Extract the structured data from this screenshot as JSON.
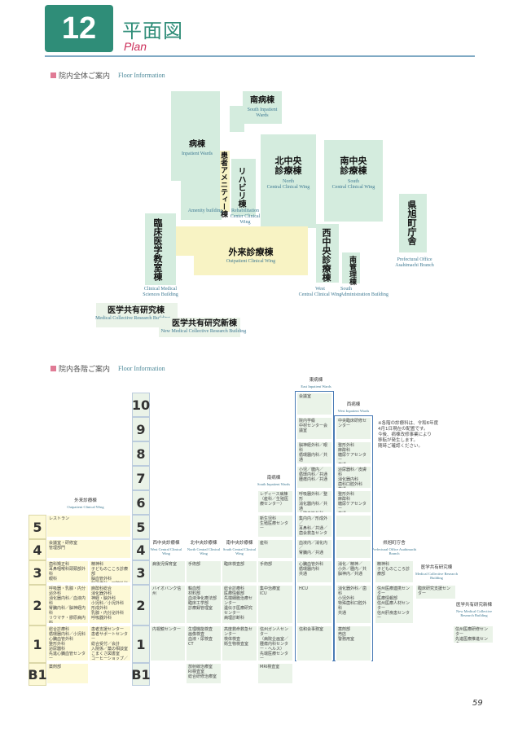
{
  "header": {
    "number": "12",
    "title_ja": "平面図",
    "title_en": "Plan"
  },
  "section1": {
    "title": "院内全体ご案内",
    "title_en": "Floor Information"
  },
  "section2": {
    "title": "院内各階ご案内",
    "title_en": "Floor Information"
  },
  "buildings": {
    "south_ward": {
      "ja": "南病棟",
      "en": "South Inpatient\nWards"
    },
    "ward": {
      "ja": "病棟",
      "en": "Inpatient Wards"
    },
    "amenity": {
      "ja": "患者アメニティー棟",
      "en": "Amenity building"
    },
    "rehab": {
      "ja": "リハビリ棟",
      "en": "Rehabilitation\nCenter Clinical\nWing"
    },
    "north_central": {
      "ja": "北中央\n診療棟",
      "en": "North\nCentral Clinical Wing"
    },
    "south_central": {
      "ja": "南中央\n診療棟",
      "en": "South\nCentral Clinical Wing"
    },
    "prefectural": {
      "ja": "県旭町庁舎",
      "en": "Prefectural Office\nAsahimachi Branch"
    },
    "clinical_ed": {
      "ja": "臨床医学教室棟",
      "en": "Clinical Medical\nSciences Building"
    },
    "outpatient": {
      "ja": "外来診療棟",
      "en": "Outpatient Clinical Wing"
    },
    "west_central": {
      "ja": "西中央診療棟",
      "en": "West\nCentral Clinical Wing"
    },
    "south_admin": {
      "ja": "南管理棟",
      "en": "South\nAdministration Building"
    },
    "collective": {
      "ja": "医学共有研究棟",
      "en": "Medical Collective Research Building"
    },
    "new_collective": {
      "ja": "医学共有研究新棟",
      "en": "New Medical Collective Research Building"
    }
  },
  "floors": {
    "col_headers": {
      "east_ward": "東病棟",
      "east_ward_en": "East Inpatient Wards",
      "west_ward": "西病棟",
      "west_ward_en": "West Inpatient Wards",
      "south_ward": "南病棟",
      "south_ward_en": "South Inpatient Wards",
      "outpatient": "外来診療棟",
      "outpatient_en": "Outpatient Clinical Wing",
      "west_central": "西中央診療棟",
      "west_central_en": "West Central Clinical Wing",
      "north_central": "北中央診療棟",
      "north_central_en": "North Central Clinical Wing",
      "south_central": "南中央診療棟",
      "south_central_en": "South Central Clinical Wing",
      "prefectural": "県旭町庁舎",
      "prefectural_en": "Prefectural Office Asahimachi Branch",
      "collective": "医学共有研究棟",
      "collective_en": "Medical Collective Research Building",
      "new_collective": "医学共有研究新棟",
      "new_collective_en": "New Medical Collective Research Building"
    },
    "note": "※各階の診療科は、令和6年度\n4月1日現在の配置です。\n今後、病棟改修事業により\n移転が発生します。\n随時ご確認ください。",
    "floor_labels": [
      "10",
      "9",
      "8",
      "7",
      "6",
      "5",
      "4",
      "3",
      "2",
      "1",
      "B1"
    ],
    "fl_suffix": "階",
    "east": {
      "f10": "会議室",
      "f9": "院内学級\n中材センター会議室",
      "f8": "脳神経外科／眼科\n循環器内科／共通",
      "f7": "小児／糖内／\n循環内科／共通\n腫瘍内科／共通",
      "f6": "呼吸器外科／整形\n消化器内科／共通\n心臓血管外科",
      "f5": "集内内／形成外／\n耳鼻科／共通／\n歯会救急センター",
      "f4": "血液内／消化内／\n腎臓内／共通",
      "f3": "心臓血管外科\n循環器内科\n共通",
      "f2": "HCU",
      "f1": "信和会事務室"
    },
    "west": {
      "f9": "中央臨床研修センター",
      "f8": "整形外科\n麻酔科\n糖尿ケアセンター\n共通",
      "f7": "泌尿器科／皮膚科\n消化器内科\n歯科口腔外科\n共通",
      "f6": "整形外科\n麻酔科\n糖尿ケアセンター\n共通",
      "f3": "消化／精神／\n小外／腫内／共\n脳神内／共通",
      "f2": "消化器外科／歯科\n小児外科\n特殊歯科口腔外科\n共通",
      "f1": "薬剤部\n売店\n警務用室"
    },
    "south": {
      "f6": "レディース病棟\n（産科／生殖医療センター）",
      "f5": "新生児科\n生殖医療センター",
      "f4": "産科",
      "f3": "手術部",
      "f2": "集中治療室\nICU",
      "f1": "信州ガン人センター\n（病院企画室／腫瘍内科センター・ヘルス）\n先端医療センター\n（子育て支援室）",
      "b1": "MRI検査室"
    },
    "outpatient": {
      "f5": "レストラン",
      "f4": "会議室・研修室\n管理部門",
      "f3": "歯科矯正科\n耳鼻咽喉科頭頸部外科\n眼科",
      "f3b": "精神科\n子どものこころ診療部\n脳血管外科\n特殊歯科・口腔外科",
      "f2": "呼吸器・乳腺・内分泌外科\n消化器内科／血液内科\n腎臓内科／脳神経内科\nリウマチ・膠原病内科\n糖尿病・内分泌代謝内科\n放射線科",
      "f2b": "麻酔科総合\n消化器外科\n神経・脳外科\n小児科／小児外科\n形成外科\n乳腺・内分泌外科\n呼吸器外科",
      "f1": "総合診療科\n循環器内科／小児科\n心臓血管外科\n整形外科\n泌尿器科\n先進心臓血管センター",
      "f1b": "患者支援センター\n患者サポートセンター\n総合受付／会計\n入院係／薬の相談室\nこまくさ図書室\nコーヒーショップ／花屋",
      "b1": "薬剤部"
    },
    "west_central": {
      "f3": "病後児保育室",
      "f2": "バイオバンク信州",
      "f1": "内視鏡センター"
    },
    "north_central": {
      "f3": "手術部",
      "f2": "輸血部\n材料部\n血液浄化療法部\n臨床工学部\n診療録管理室",
      "f1": "生理機能検査\n画像検査\n血液・尿検査\nCT",
      "b1": "放射線治療室\nRI検査室\n総合研修治療室"
    },
    "south_central": {
      "f3": "臨床検査部",
      "f2": "総合診療科\n医療情報部\n先端細胞治療センター\n遺伝子医療研究センター\n病理診断科",
      "f1": "高度救命救急センター\n検体検査\n衛生物検査室"
    },
    "prefectural": {
      "f3": "精神科\n子どものこころ診療部",
      "f2": "信州医療連携センター\n医療情報部\n信州医療人材センター\n信州肝疾患センター"
    },
    "collective": {
      "f2": "臨床研究支援センター"
    },
    "new_collective": {
      "f1": "信州医療研修センター\n先進医療推進センター"
    }
  },
  "page_number": "59"
}
